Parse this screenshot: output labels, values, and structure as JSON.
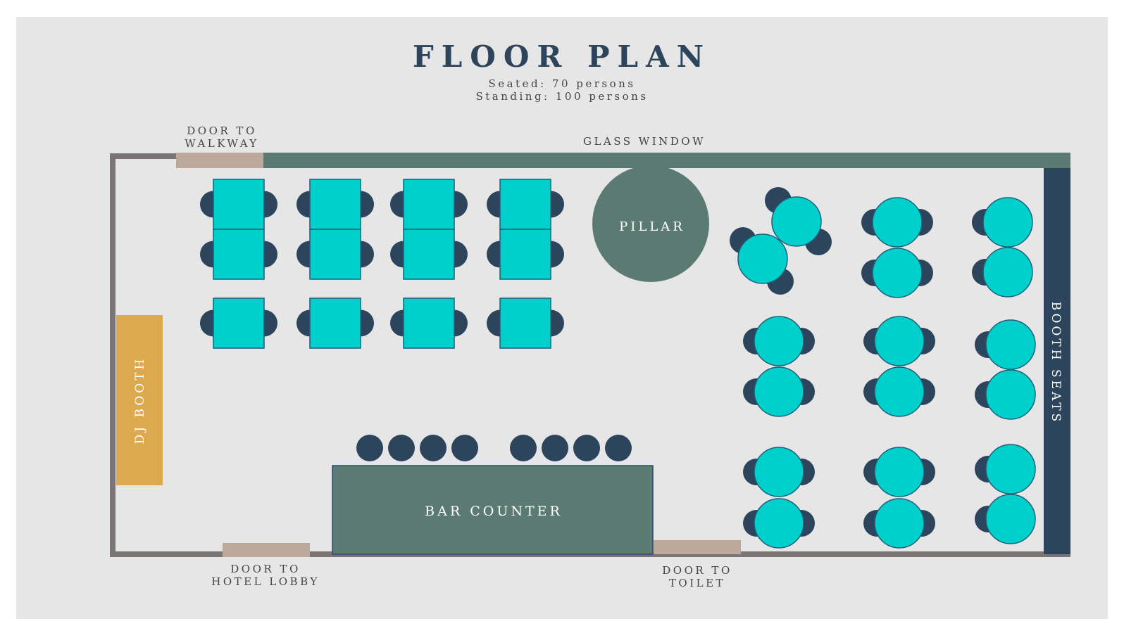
{
  "title": "FLOOR PLAN",
  "capacity": {
    "seated": "Seated: 70 persons",
    "standing": "Standing: 100 persons"
  },
  "labels": {
    "door_walkway_line1": "DOOR TO",
    "door_walkway_line2": "WALKWAY",
    "glass_window": "GLASS WINDOW",
    "pillar": "PILLAR",
    "booth_seats": "BOOTH SEATS",
    "dj_booth": "DJ BOOTH",
    "bar_counter": "BAR COUNTER",
    "door_lobby_line1": "DOOR TO",
    "door_lobby_line2": "HOTEL LOBBY",
    "door_toilet_line1": "DOOR TO",
    "door_toilet_line2": "TOILET"
  },
  "colors": {
    "background": "#e6e6e6",
    "wall": "#7a7474",
    "floor": "#e6e6e6",
    "table": "#00d0cc",
    "table_stroke": "#1e5f7a",
    "chair": "#2c455c",
    "glass_window": "#5b7b72",
    "pillar": "#5b7b72",
    "bar_counter": "#5b7b72",
    "booth": "#2c455c",
    "dj_booth": "#dda94f",
    "door": "#bda89d",
    "title": "#2c455c",
    "text": "#444444"
  }
}
